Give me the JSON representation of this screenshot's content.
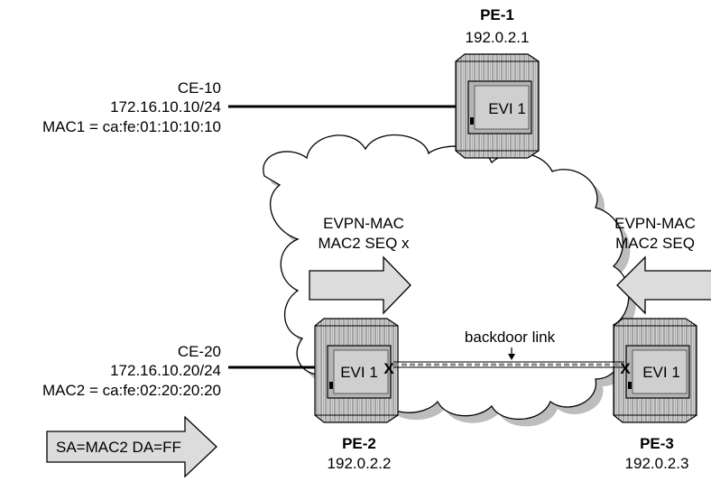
{
  "nodes": {
    "pe1": {
      "name": "PE-1",
      "ip": "192.0.2.1",
      "evi": "EVI 1"
    },
    "pe2": {
      "name": "PE-2",
      "ip": "192.0.2.2",
      "evi": "EVI 1"
    },
    "pe3": {
      "name": "PE-3",
      "ip": "192.0.2.3",
      "evi": "EVI 1"
    }
  },
  "ce10": {
    "name": "CE-10",
    "ip": "172.16.10.10/24",
    "mac": "MAC1 = ca:fe:01:10:10:10"
  },
  "ce20": {
    "name": "CE-20",
    "ip": "172.16.10.20/24",
    "mac": "MAC2 = ca:fe:02:20:20:20"
  },
  "advert_left": {
    "line1": "EVPN-MAC",
    "line2": "MAC2 SEQ x"
  },
  "advert_right": {
    "line1": "EVPN-MAC",
    "line2": "MAC2 SEQ"
  },
  "backdoor": {
    "label": "backdoor link",
    "mark": "X"
  },
  "frame": {
    "label": "SA=MAC2 DA=FF"
  },
  "colors": {
    "router_body": "#d8d8d8",
    "router_inner": "#b4b4b4",
    "arrow_fill": "#dcdcdc",
    "cloud_shadow": "#bdbdbd"
  }
}
